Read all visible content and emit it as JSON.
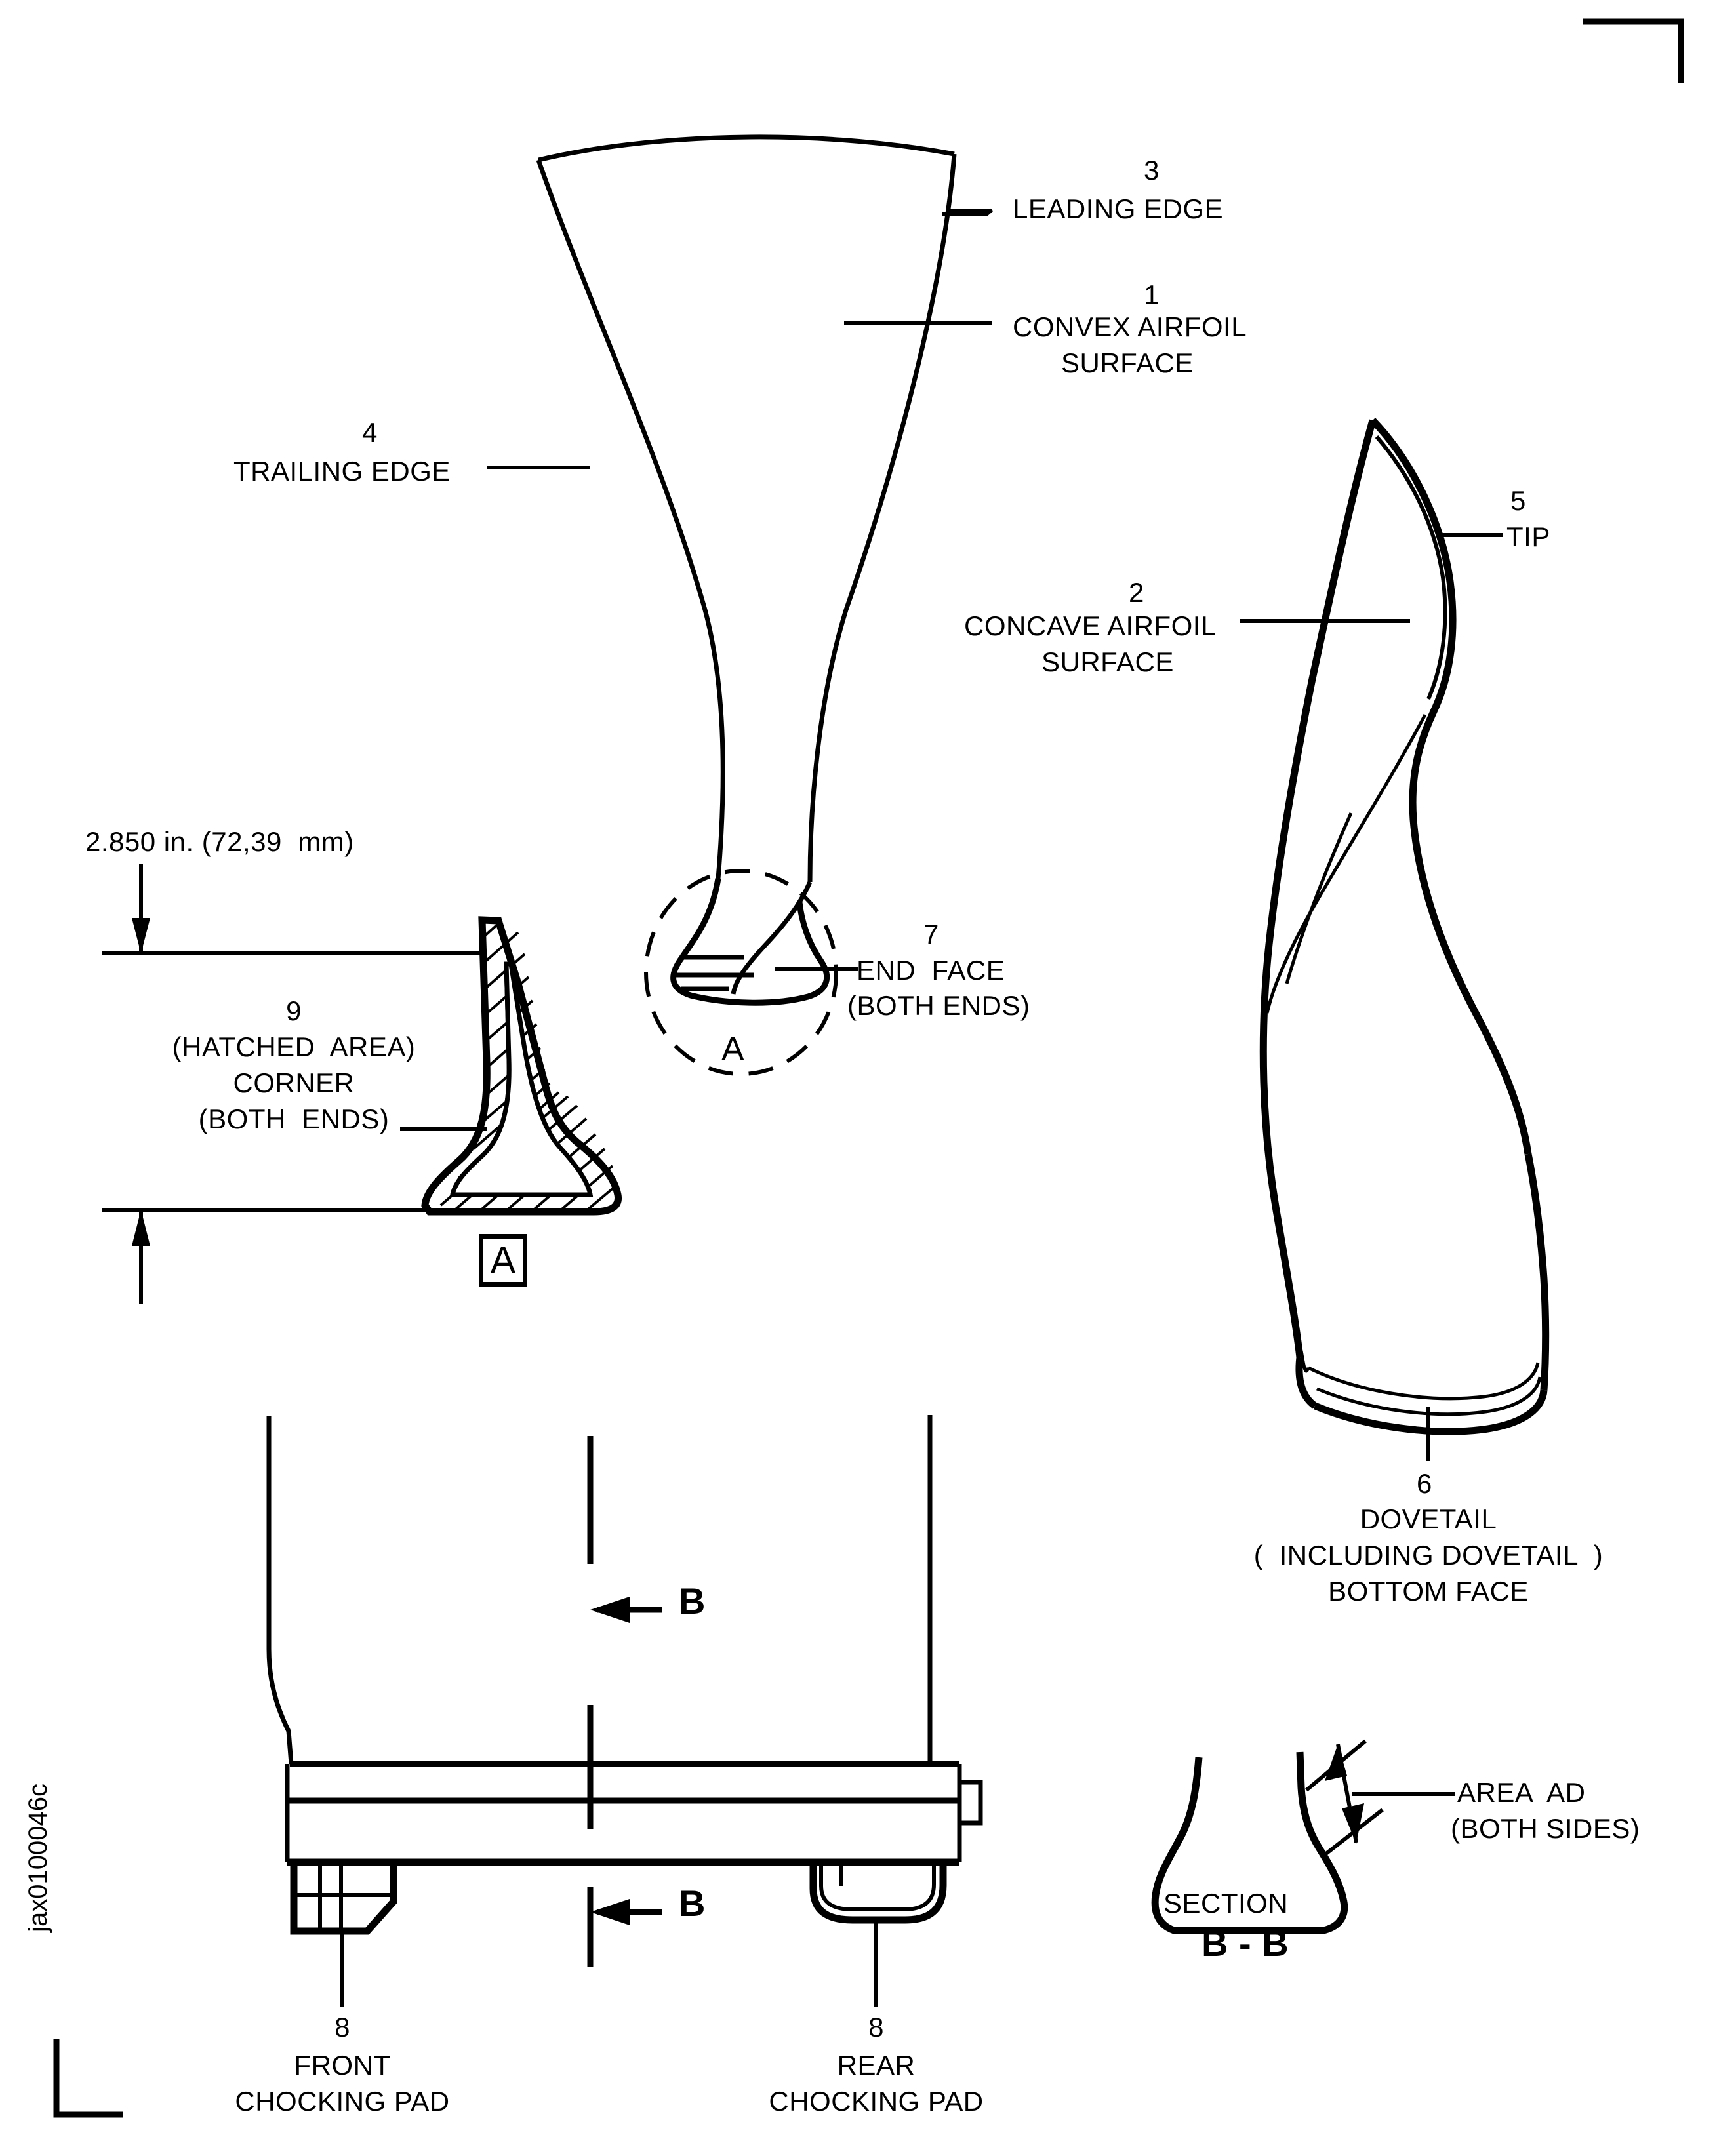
{
  "figure": {
    "id": "jax0100046c",
    "type": "engineering-drawing",
    "subject": "Turbine blade inspection drawing"
  },
  "callouts": [
    {
      "number": "1",
      "label": "CONVEX AIRFOIL\nSURFACE",
      "view": "front"
    },
    {
      "number": "2",
      "label": "CONCAVE AIRFOIL\nSURFACE",
      "view": "side"
    },
    {
      "number": "3",
      "label": "LEADING EDGE",
      "view": "front"
    },
    {
      "number": "4",
      "label": "TRAILING EDGE",
      "view": "front"
    },
    {
      "number": "5",
      "label": "TIP",
      "view": "side"
    },
    {
      "number": "6",
      "label": "DOVETAIL\n( INCLUDING DOVETAIL )\nBOTTOM FACE",
      "view": "side"
    },
    {
      "number": "7",
      "label": "END FACE\n(BOTH ENDS)",
      "view": "detail-a"
    },
    {
      "number": "8",
      "label": "FRONT\nCHOCKING PAD",
      "view": "bottom"
    },
    {
      "number": "8",
      "label": "REAR\nCHOCKING PAD",
      "view": "bottom"
    },
    {
      "number": "9",
      "label": "(HATCHED AREA)\nCORNER\n(BOTH ENDS)",
      "view": "detail-a-section"
    }
  ],
  "front_view": {
    "leading_edge": {
      "number": "3",
      "text": "LEADING EDGE"
    },
    "convex_surface": {
      "number": "1",
      "line1": "CONVEX AIRFOIL",
      "line2": "SURFACE"
    },
    "trailing_edge": {
      "number": "4",
      "text": "TRAILING EDGE"
    },
    "detail_circle_label": "A",
    "end_face": {
      "number": "7",
      "line1": "END  FACE",
      "line2": "(BOTH ENDS)"
    }
  },
  "side_view": {
    "tip": {
      "number": "5",
      "text": "TIP"
    },
    "concave_surface": {
      "number": "2",
      "line1": "CONCAVE AIRFOIL",
      "line2": "SURFACE"
    },
    "dovetail": {
      "number": "6",
      "line1": "DOVETAIL",
      "line2": "(  INCLUDING DOVETAIL  )",
      "line3": "BOTTOM FACE"
    }
  },
  "detail_a": {
    "dimension": "2.850 in. (72,39  mm)",
    "corner": {
      "number": "9",
      "line1": "(HATCHED  AREA)",
      "line2": "CORNER",
      "line3": "(BOTH  ENDS)"
    },
    "view_tag": "A"
  },
  "bottom_view": {
    "section_line_tag_top": "B",
    "section_line_tag_bottom": "B",
    "front_pad": {
      "number": "8",
      "line1": "FRONT",
      "line2": "CHOCKING PAD"
    },
    "rear_pad": {
      "number": "8",
      "line1": "REAR",
      "line2": "CHOCKING PAD"
    }
  },
  "section_bb": {
    "area_ad": {
      "line1": "AREA  AD",
      "line2": "(BOTH SIDES)"
    },
    "caption_line1": "SECTION",
    "caption_line2": "B - B"
  },
  "colors": {
    "line": "#000000",
    "background": "#ffffff"
  }
}
